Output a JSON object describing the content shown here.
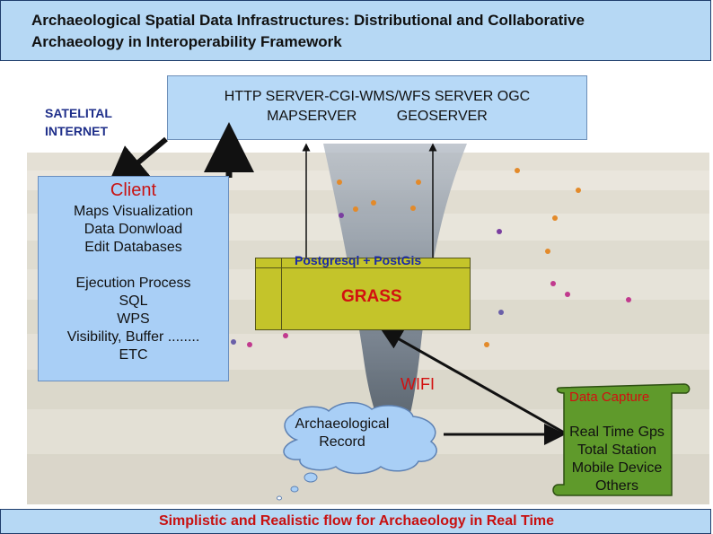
{
  "title": {
    "line1": "Archaeological Spatial Data Infrastructures: Distributional and Collaborative",
    "line2": "Archaeology in Interoperability Framework"
  },
  "server": {
    "line1": "HTTP SERVER-CGI-WMS/WFS SERVER OGC",
    "line2": "MAPSERVER          GEOSERVER"
  },
  "satelital": {
    "line1": "SATELITAL",
    "line2": "INTERNET"
  },
  "client": {
    "title": "Client",
    "lines": [
      "Maps Visualization",
      "Data Donwload",
      "Edit Databases",
      "",
      "Ejecution Process",
      "SQL",
      "WPS",
      "Visibility, Buffer ........",
      "ETC"
    ]
  },
  "database": {
    "label": "Postgresql + PostGis",
    "grass": "GRASS"
  },
  "wifi": "WIFI",
  "record": {
    "line1": "Archaeological",
    "line2": "Record"
  },
  "capture": {
    "title": "Data Capture",
    "lines": [
      "Real Time Gps",
      "Total Station",
      "Mobile Device",
      "Others"
    ]
  },
  "footer": "Simplistic and Realistic flow for Archaeology in Real Time",
  "colors": {
    "title_bg": "#b6d8f4",
    "server_bg": "#b7d9f7",
    "client_bg": "#a9cff6",
    "db_bg": "#c4c42a",
    "scroll_bg": "#5f9a2b",
    "accent_red": "#c81414",
    "accent_blue": "#1a2aa8"
  }
}
